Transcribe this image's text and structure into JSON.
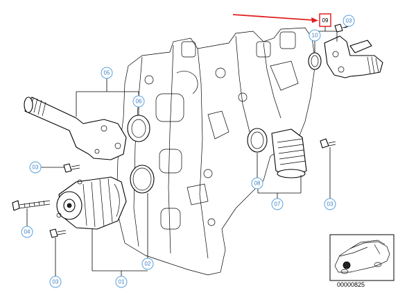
{
  "diagram": {
    "callouts": [
      {
        "id": "callout-09",
        "label": "09",
        "highlighted": true
      },
      {
        "id": "callout-03-top",
        "label": "03"
      },
      {
        "id": "callout-10",
        "label": "10"
      },
      {
        "id": "callout-05",
        "label": "05"
      },
      {
        "id": "callout-06",
        "label": "06"
      },
      {
        "id": "callout-03-left",
        "label": "03"
      },
      {
        "id": "callout-04",
        "label": "04"
      },
      {
        "id": "callout-08",
        "label": "08"
      },
      {
        "id": "callout-07",
        "label": "07"
      },
      {
        "id": "callout-03-right",
        "label": "03"
      },
      {
        "id": "callout-02",
        "label": "02"
      },
      {
        "id": "callout-01",
        "label": "01"
      },
      {
        "id": "callout-03-bottom",
        "label": "03"
      }
    ],
    "reference_number": "00000825",
    "colors": {
      "highlight": "#e02020",
      "callout_text": "#3b7fc4",
      "callout_ring": "#5aa0dc"
    }
  }
}
